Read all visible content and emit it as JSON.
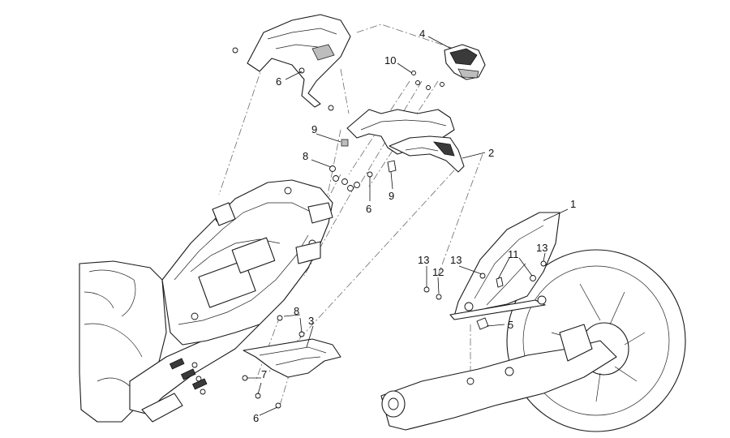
{
  "callouts": [
    {
      "id": "c1",
      "text": "1"
    },
    {
      "id": "c2",
      "text": "2"
    },
    {
      "id": "c3",
      "text": "3"
    },
    {
      "id": "c4",
      "text": "4"
    },
    {
      "id": "c5",
      "text": "5"
    },
    {
      "id": "c6a",
      "text": "6"
    },
    {
      "id": "c6b",
      "text": "6"
    },
    {
      "id": "c6c",
      "text": "6"
    },
    {
      "id": "c7",
      "text": "7"
    },
    {
      "id": "c8a",
      "text": "8"
    },
    {
      "id": "c8b",
      "text": "8"
    },
    {
      "id": "c9a",
      "text": "9"
    },
    {
      "id": "c9b",
      "text": "9"
    },
    {
      "id": "c10",
      "text": "10"
    },
    {
      "id": "c11",
      "text": "11"
    },
    {
      "id": "c12",
      "text": "12"
    },
    {
      "id": "c13a",
      "text": "13"
    },
    {
      "id": "c13b",
      "text": "13"
    },
    {
      "id": "c13c",
      "text": "13"
    }
  ]
}
